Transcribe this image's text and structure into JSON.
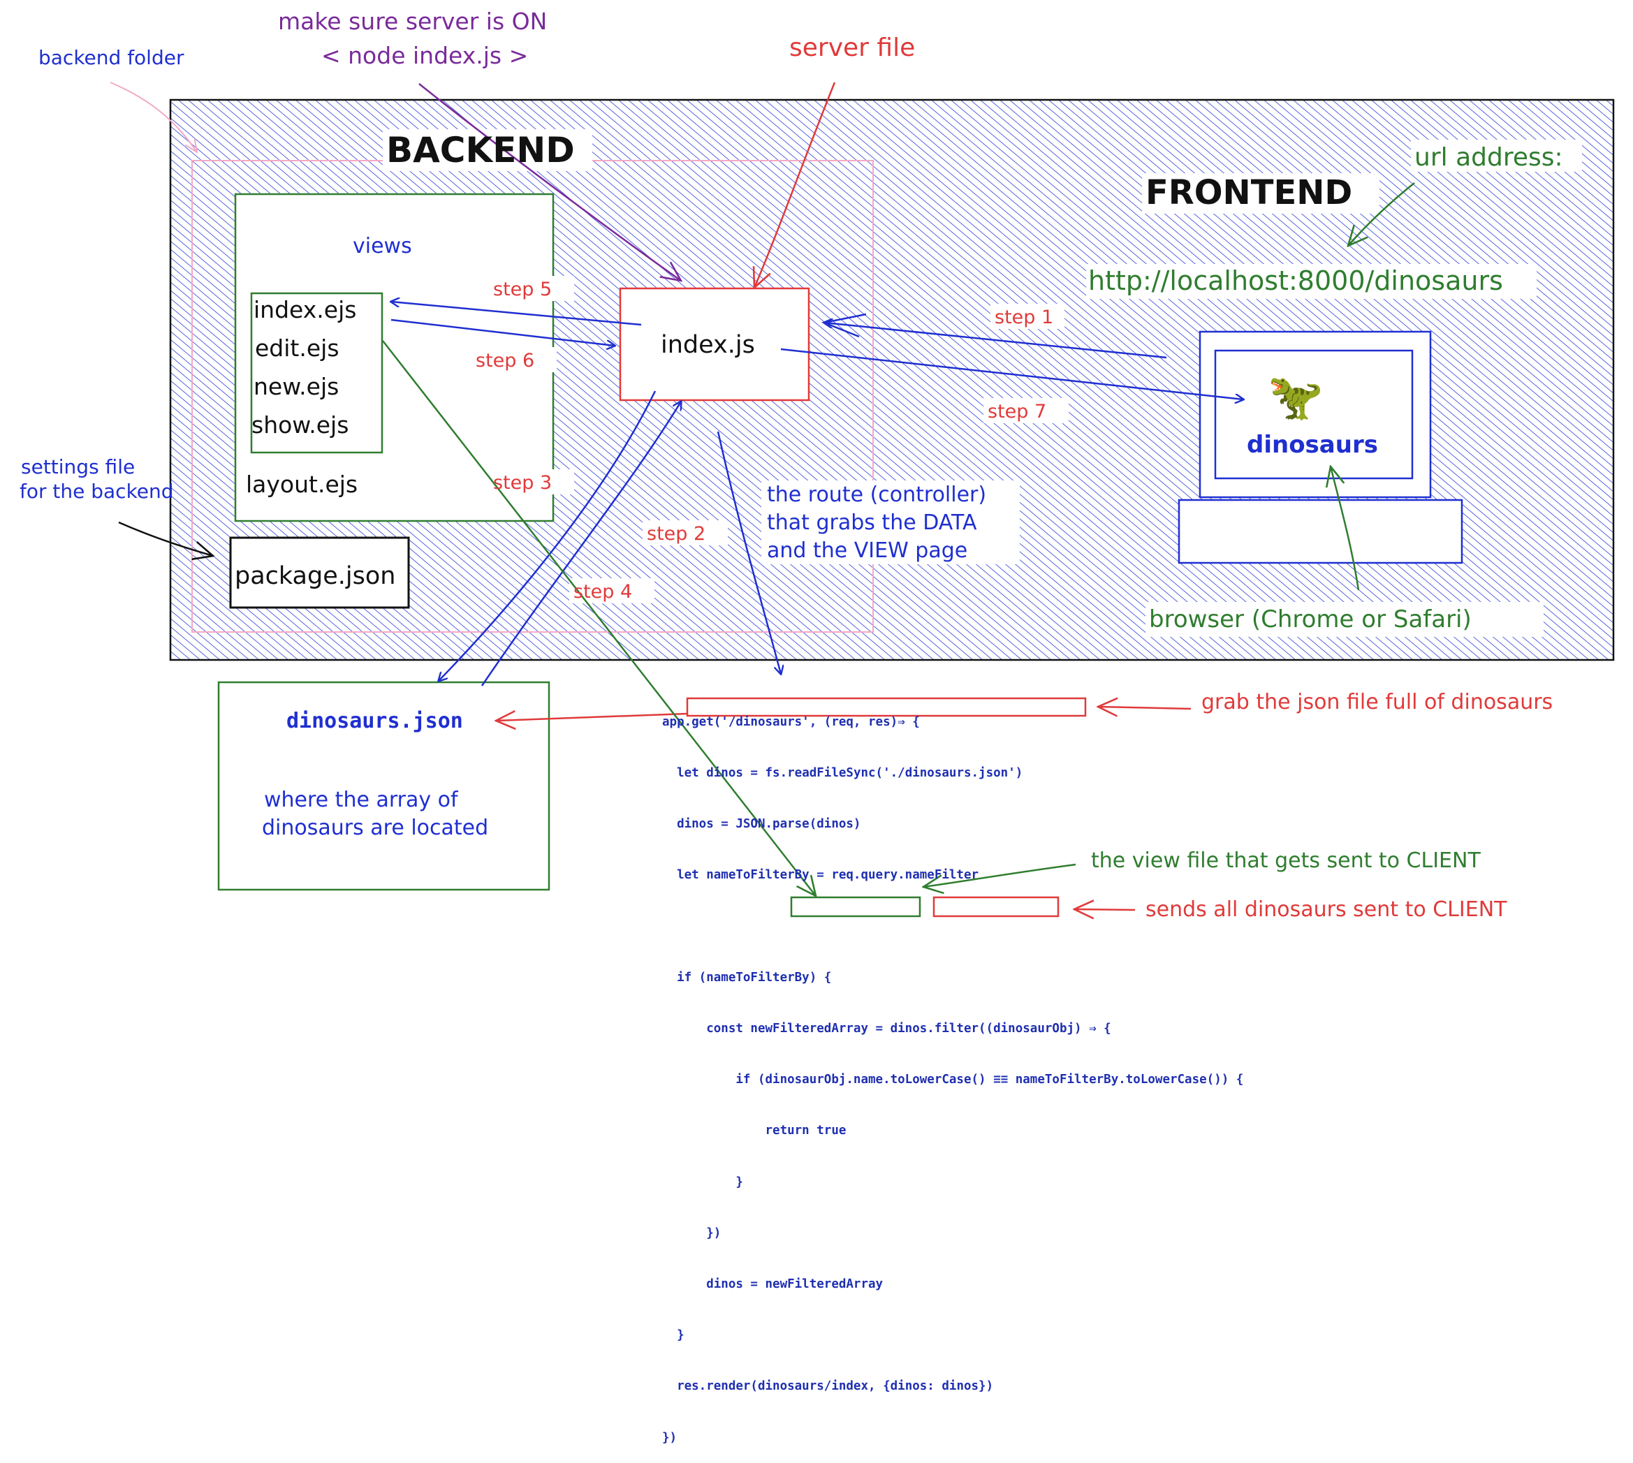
{
  "annotations": {
    "backend_folder": "backend folder",
    "server_on_line1": "make sure server is ON",
    "server_on_line2": "< node index.js >",
    "server_file": "server file",
    "url_address": "url address:",
    "settings_line1": "settings file",
    "settings_line2": "for the backend",
    "route_line1": "the route (controller)",
    "route_line2": "that grabs the DATA",
    "route_line3": "and the VIEW page",
    "browser": "browser (Chrome or Safari)",
    "grab_json": "grab the json file full of dinosaurs",
    "view_file": "the view file that gets sent to CLIENT",
    "sends_all": "sends all dinosaurs sent to CLIENT",
    "array_line1": "where the array of",
    "array_line2": "dinosaurs are located"
  },
  "titles": {
    "backend": "BACKEND",
    "frontend": "FRONTEND"
  },
  "views": {
    "title": "views",
    "files": [
      "index.ejs",
      "edit.ejs",
      "new.ejs",
      "show.ejs"
    ],
    "layout": "layout.ejs"
  },
  "package_json": "package.json",
  "index_js": "index.js",
  "url": "http://localhost:8000/dinosaurs",
  "browser_page": {
    "icon": "t-rex-icon",
    "label": "dinosaurs"
  },
  "dinosaurs_json": "dinosaurs.json",
  "steps": {
    "step1": "step 1",
    "step2": "step 2",
    "step3": "step 3",
    "step4": "step 4",
    "step5": "step 5",
    "step6": "step 6",
    "step7": "step 7"
  },
  "code": {
    "line1": "app.get('/dinosaurs', (req, res)⇒ {",
    "line2_indent": "  ",
    "line2_hl": "let dinos = fs.readFileSync('./dinosaurs.json')",
    "line3": "  dinos = JSON.parse(dinos)",
    "line4": "  let nameToFilterBy = req.query.nameFilter",
    "line5": "",
    "line6": "  if (nameToFilterBy) {",
    "line7": "      const newFilteredArray = dinos.filter((dinosaurObj) ⇒ {",
    "line8": "          if (dinosaurObj.name.toLowerCase() ≡≡ nameToFilterBy.toLowerCase()) {",
    "line9": "              return true",
    "line10": "          }",
    "line11": "      })",
    "line12": "      dinos = newFilteredArray",
    "line13": "  }",
    "line14_pre": "  res.render(",
    "line14_hl1": "dinosaurs/index",
    "line14_mid": ", ",
    "line14_hl2": "{dinos: dinos}",
    "line14_post": ")",
    "line15": "})"
  },
  "colors": {
    "blue": "#1f2fd0",
    "red": "#e03a3a",
    "green": "#2f7d2f",
    "purple": "#7a2a9a",
    "pink": "#f3a9c4",
    "black": "#111111"
  }
}
